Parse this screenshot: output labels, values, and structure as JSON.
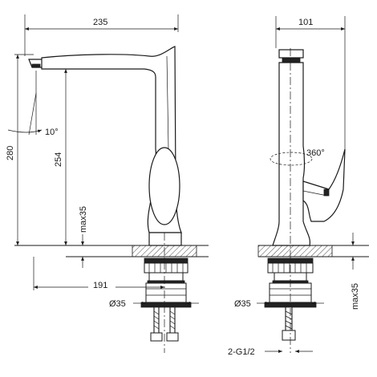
{
  "drawing": {
    "front_view": {
      "overall_width": "235",
      "total_height": "280",
      "spout_height": "254",
      "angle": "10°",
      "counter_thickness": "max35",
      "hose_reach": "191",
      "mount_diameter": "Ø35"
    },
    "side_view": {
      "width": "101",
      "rotation": "360°",
      "counter_thickness": "max35",
      "mount_diameter": "Ø35",
      "hose_thread": "2-G1/2"
    }
  }
}
